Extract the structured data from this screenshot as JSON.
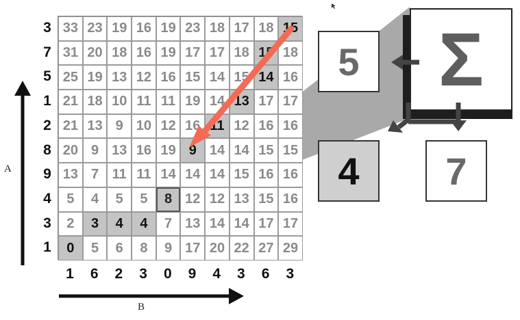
{
  "axis_a_label": "A",
  "axis_b_label": "B",
  "row_labels": [
    "3",
    "7",
    "5",
    "1",
    "2",
    "8",
    "9",
    "4",
    "3",
    "1"
  ],
  "col_labels": [
    "1",
    "6",
    "2",
    "3",
    "0",
    "9",
    "4",
    "3",
    "6",
    "3"
  ],
  "grid": [
    [
      "33",
      "23",
      "19",
      "16",
      "19",
      "23",
      "18",
      "17",
      "18",
      "15"
    ],
    [
      "31",
      "20",
      "18",
      "16",
      "19",
      "17",
      "17",
      "18",
      "15",
      "18"
    ],
    [
      "25",
      "19",
      "13",
      "12",
      "16",
      "15",
      "14",
      "15",
      "14",
      "16"
    ],
    [
      "21",
      "18",
      "10",
      "11",
      "11",
      "19",
      "14",
      "13",
      "17",
      "17"
    ],
    [
      "21",
      "13",
      "9",
      "10",
      "12",
      "16",
      "11",
      "12",
      "16",
      "16"
    ],
    [
      "20",
      "9",
      "13",
      "16",
      "19",
      "9",
      "14",
      "14",
      "15",
      "15"
    ],
    [
      "13",
      "7",
      "11",
      "11",
      "14",
      "14",
      "14",
      "15",
      "16",
      "16"
    ],
    [
      "5",
      "4",
      "5",
      "5",
      "8",
      "12",
      "12",
      "13",
      "15",
      "16"
    ],
    [
      "2",
      "3",
      "4",
      "4",
      "7",
      "13",
      "14",
      "14",
      "17",
      "17"
    ],
    [
      "0",
      "5",
      "6",
      "8",
      "9",
      "17",
      "20",
      "22",
      "27",
      "29"
    ]
  ],
  "zoom": {
    "sigma": "Σ",
    "left_value": "5",
    "diag_value": "4",
    "down_value": "7"
  }
}
